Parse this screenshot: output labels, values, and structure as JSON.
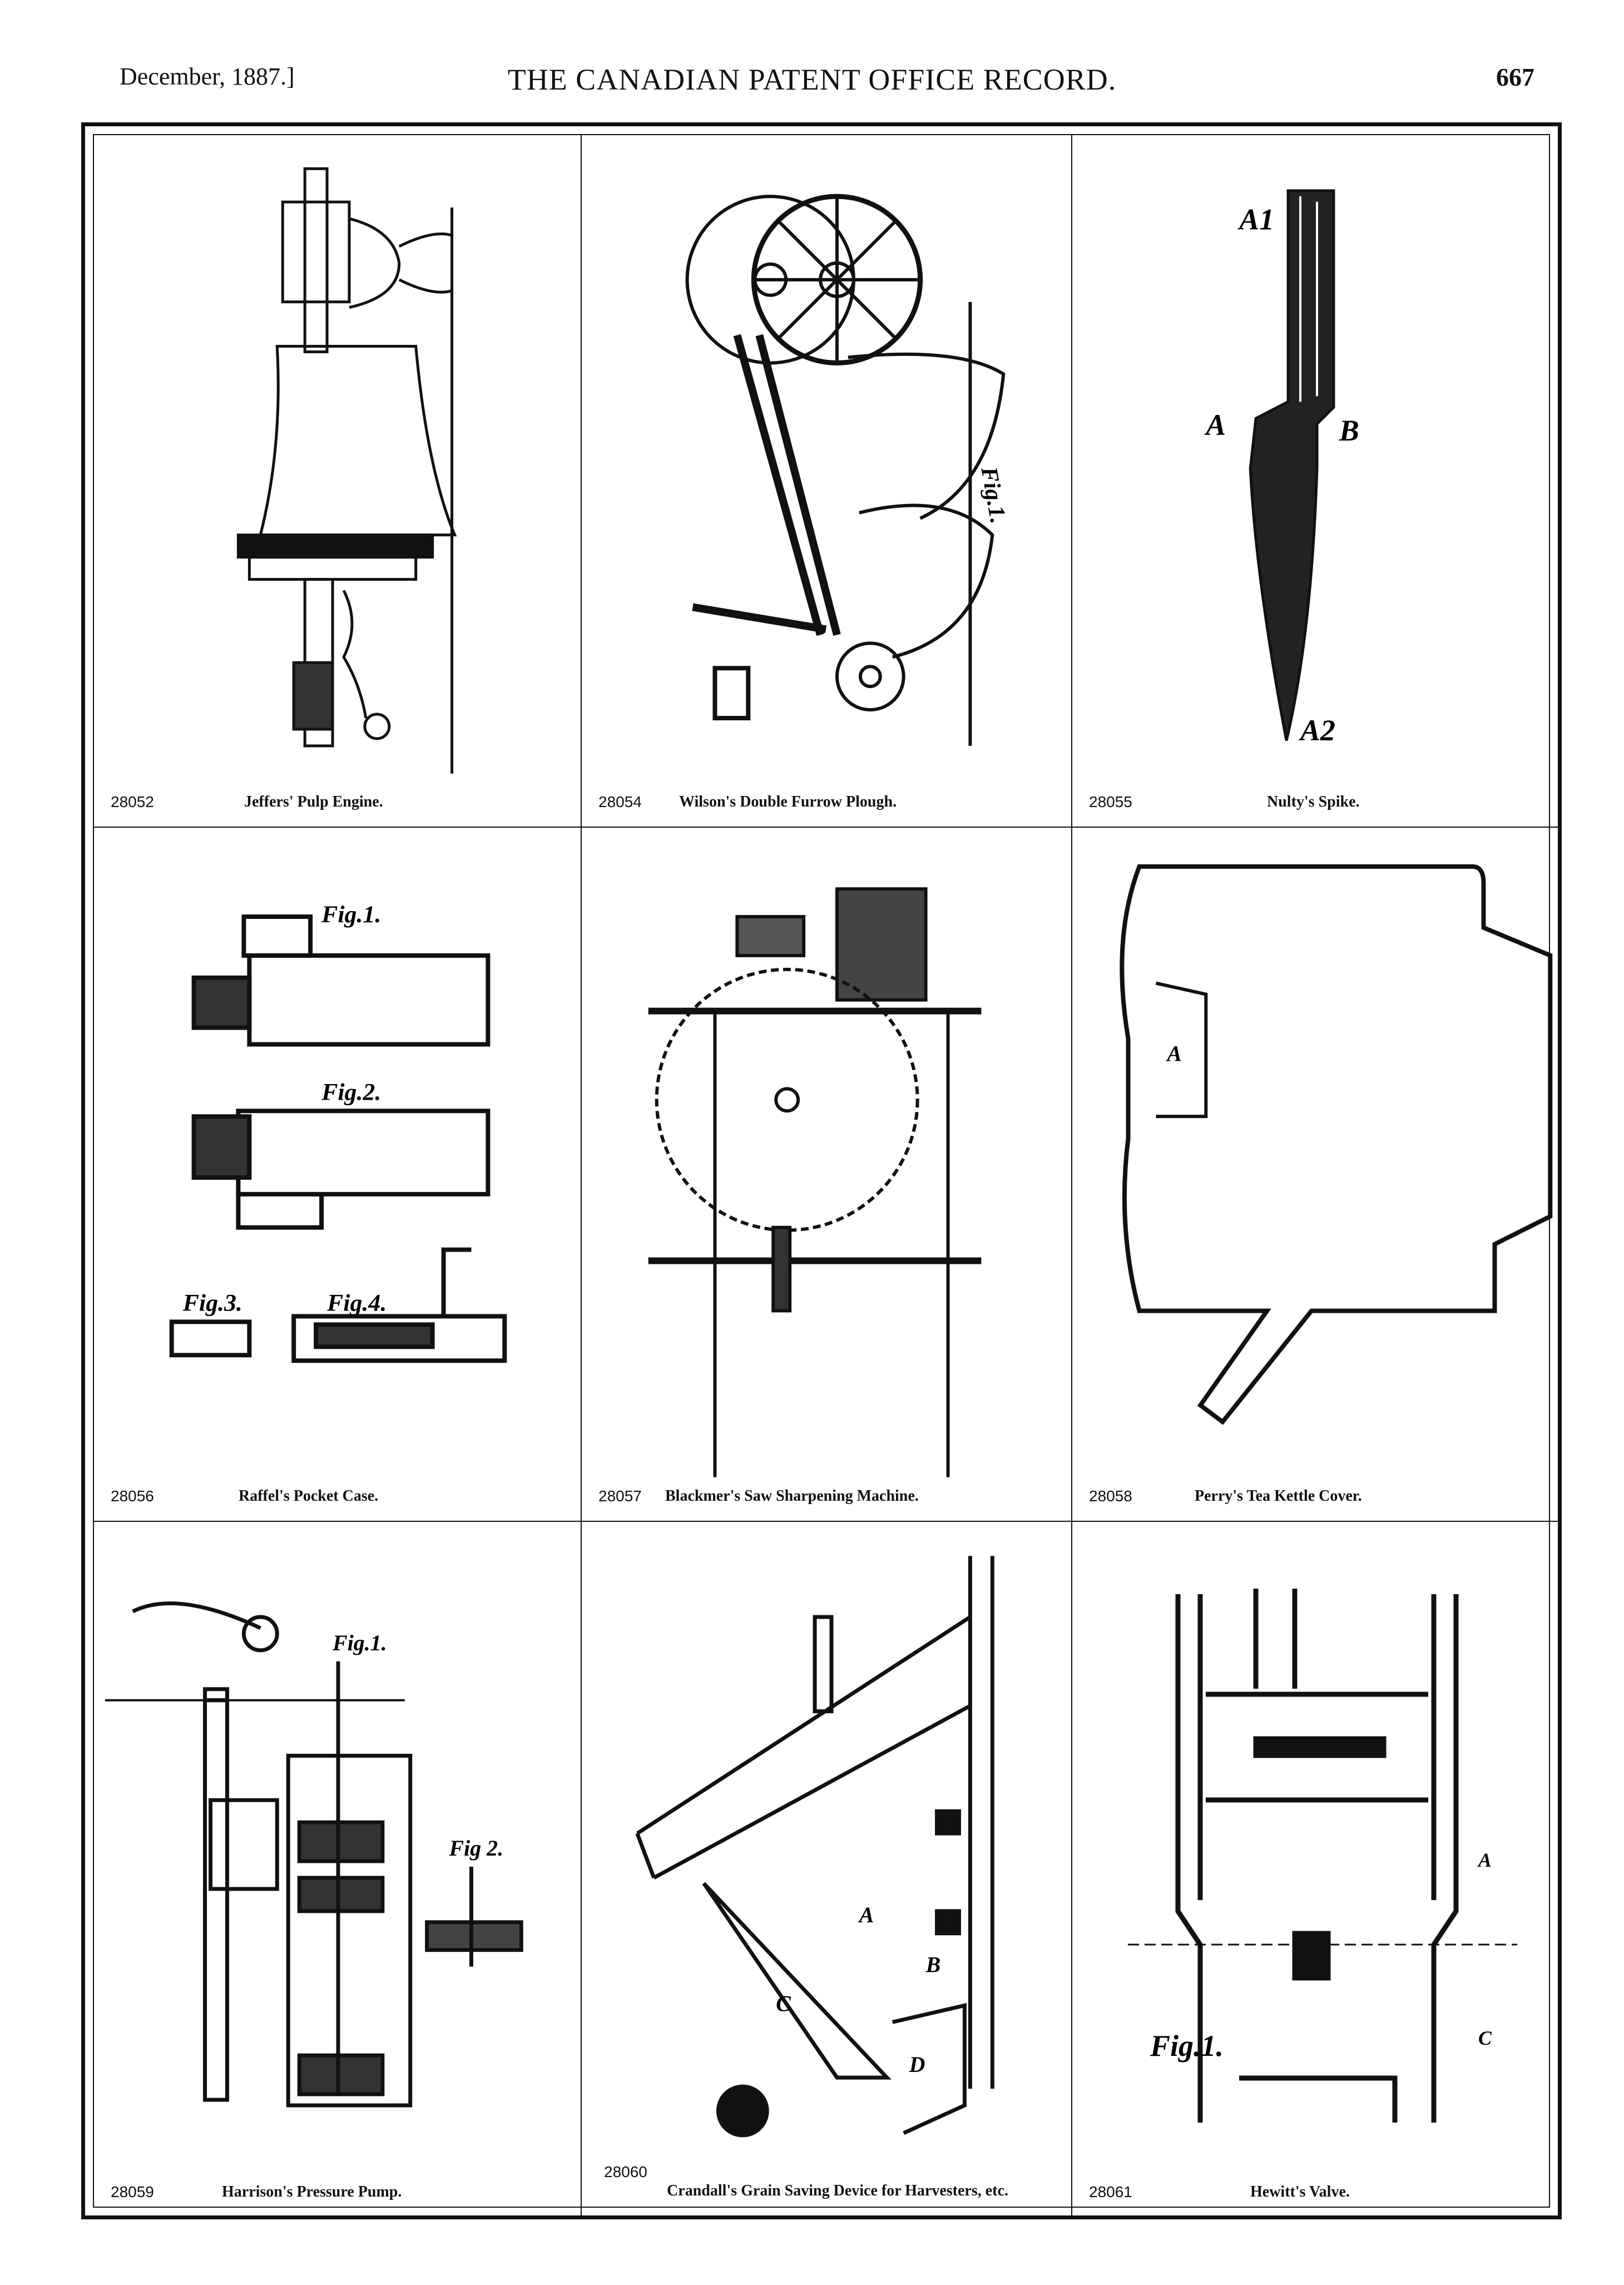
{
  "header": {
    "date": "December, 1887.]",
    "title": "THE CANADIAN PATENT OFFICE RECORD.",
    "page": "667"
  },
  "patents": [
    {
      "number": "28052",
      "title": "Jeffers' Pulp Engine.",
      "labels": []
    },
    {
      "number": "28054",
      "title": "Wilson's Double Furrow Plough.",
      "labels": [
        "Fig.1."
      ]
    },
    {
      "number": "28055",
      "title": "Nulty's Spike.",
      "labels": [
        "A1",
        "A",
        "B",
        "A2"
      ]
    },
    {
      "number": "28056",
      "title": "Raffel's Pocket Case.",
      "labels": [
        "Fig.1.",
        "Fig.2.",
        "Fig.3.",
        "Fig.4."
      ]
    },
    {
      "number": "28057",
      "title": "Blackmer's Saw Sharpening Machine.",
      "labels": []
    },
    {
      "number": "28058",
      "title": "Perry's Tea Kettle Cover.",
      "labels": [
        "A"
      ]
    },
    {
      "number": "28059",
      "title": "Harrison's Pressure Pump.",
      "labels": [
        "Fig.1.",
        "Fig 2."
      ]
    },
    {
      "number": "28060",
      "title": "Crandall's Grain Saving Device for Harvesters, etc.",
      "labels": [
        "A",
        "B",
        "C",
        "D"
      ]
    },
    {
      "number": "28061",
      "title": "Hewitt's Valve.",
      "labels": [
        "Fig.1.",
        "A",
        "C"
      ]
    }
  ]
}
